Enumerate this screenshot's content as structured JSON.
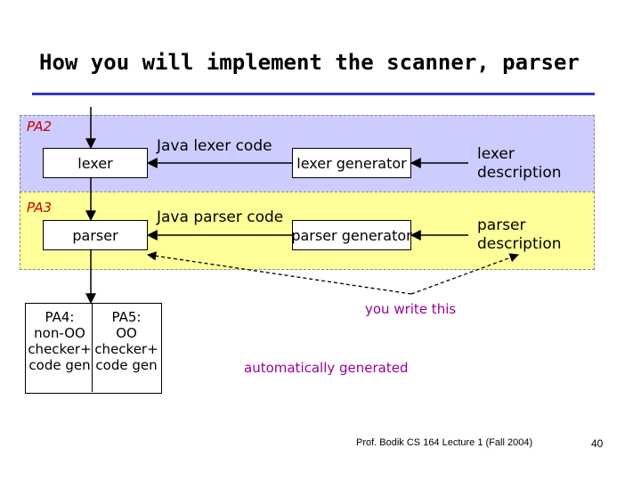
{
  "slide": {
    "title": "How you will implement the scanner, parser",
    "page_number": "40",
    "footer": "Prof. Bodik  CS 164  Lecture 1 (Fall 2004)"
  },
  "bands": {
    "pa2": {
      "label": "PA2",
      "color": "#ccccff"
    },
    "pa3": {
      "label": "PA3",
      "color": "#ffff99"
    }
  },
  "components": {
    "lexer": "lexer",
    "parser": "parser",
    "lexer_generator": "lexer generator",
    "parser_generator": "parser generator",
    "java_lexer_code": "Java lexer code",
    "java_parser_code": "Java parser code",
    "lexer_description": [
      "lexer",
      "description"
    ],
    "parser_description": [
      "parser",
      "description"
    ]
  },
  "checkers": {
    "pa4": [
      "PA4:",
      "non-OO",
      "checker+",
      "code gen"
    ],
    "pa5": [
      "PA5:",
      "OO",
      "checker+",
      "code gen"
    ]
  },
  "annotations": {
    "you_write_this": "you write this",
    "automatically_generated": "automatically generated",
    "annotation_color": "#990099"
  },
  "colors": {
    "title_rule": "#3333cc",
    "band_label": "#cc0000"
  }
}
